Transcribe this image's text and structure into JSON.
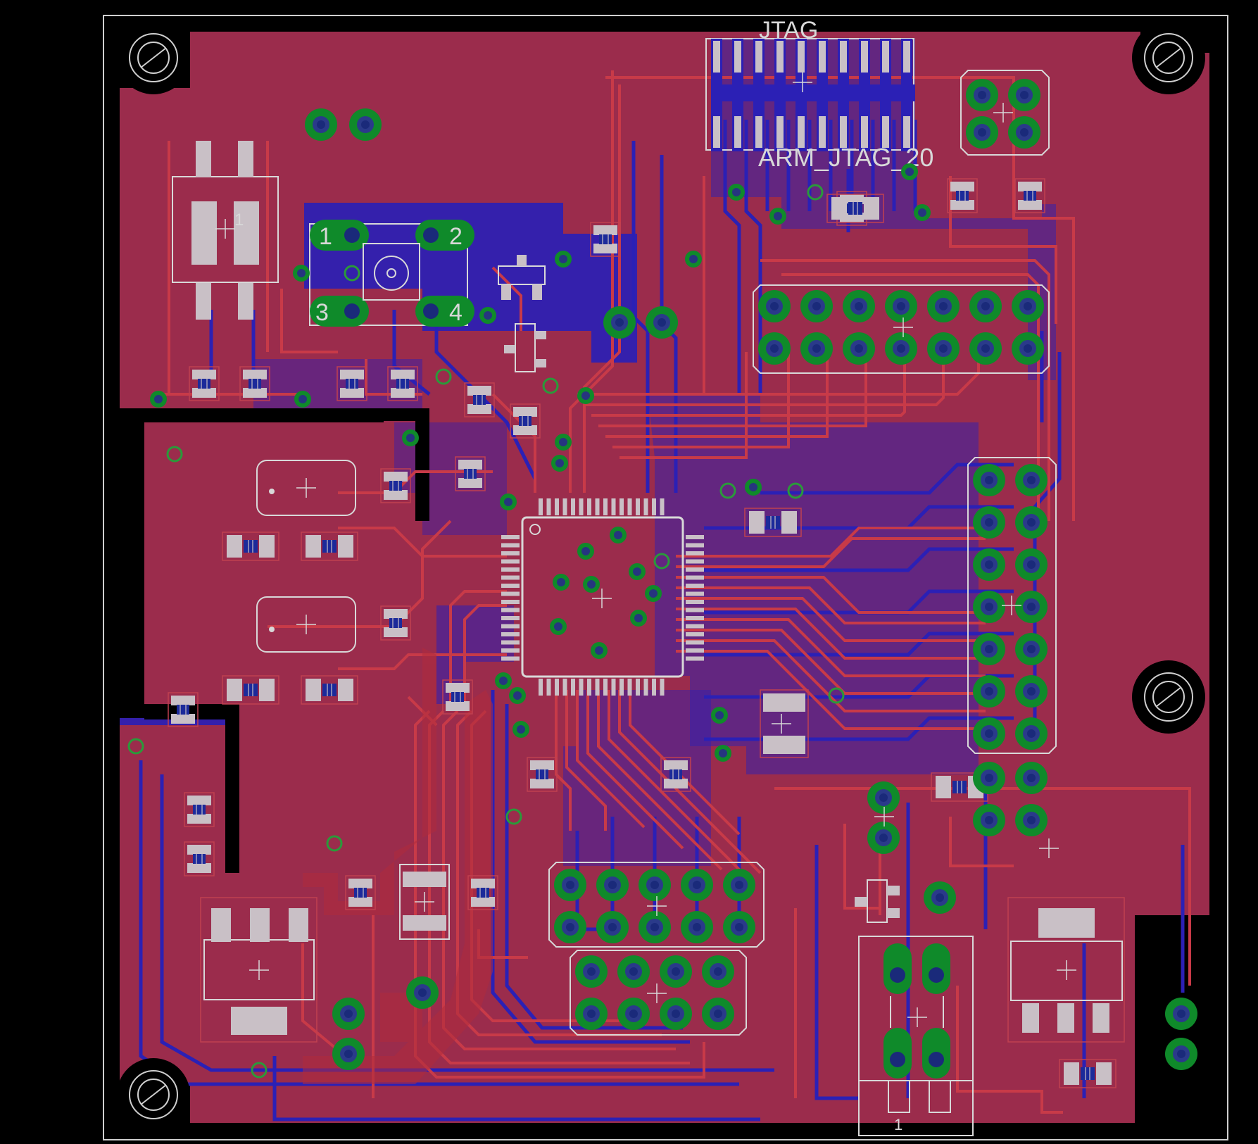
{
  "colors": {
    "background": "#000000",
    "top_copper": "#9b2c4c",
    "bottom_copper": "#2b20b5",
    "top_trace": "#c83a48",
    "silkscreen": "#d8d8d8",
    "pad_ring": "#0f8a2a",
    "drill": "#1a2a7a",
    "smd_pad": "#c9c0c6",
    "outline": "#cfcfcf"
  },
  "labels": {
    "jtag": "JTAG",
    "arm_jtag": "ARM_JTAG_20",
    "switch_pin_1": "1",
    "button_pin_1": "1",
    "button_pin_2": "2",
    "button_pin_3": "3",
    "button_pin_4": "4",
    "connector_pin_1": "1"
  }
}
